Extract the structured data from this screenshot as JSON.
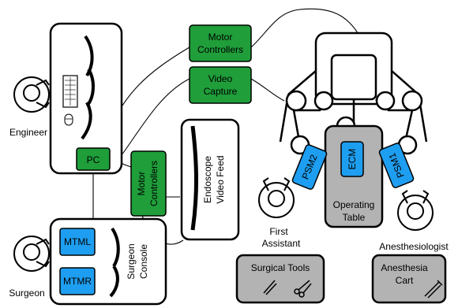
{
  "people": {
    "engineer": "Engineer",
    "surgeon": "Surgeon",
    "first_assistant_1": "First",
    "first_assistant_2": "Assistant",
    "anesthesiologist": "Anesthesiologist"
  },
  "boxes": {
    "pc": "PC",
    "motor_controllers_top_1": "Motor",
    "motor_controllers_top_2": "Controllers",
    "video_capture_1": "Video",
    "video_capture_2": "Capture",
    "motor_controllers_left_1": "Motor",
    "motor_controllers_left_2": "Controllers",
    "endoscope_1": "Endoscope",
    "endoscope_2": "Video Feed",
    "mtml": "MTML",
    "mtmr": "MTMR",
    "surgeon_console_1": "Surgeon",
    "surgeon_console_2": "Console",
    "psm2": "PSM2",
    "ecm": "ECM",
    "psm1": "PSM1",
    "operating_table_1": "Operating",
    "operating_table_2": "Table",
    "surgical_tools": "Surgical Tools",
    "anesthesia_cart_1": "Anesthesia",
    "anesthesia_cart_2": "Cart"
  },
  "colors": {
    "green": "#1f9e3a",
    "blue": "#1e9ef0",
    "gray": "#b3b3b3"
  }
}
